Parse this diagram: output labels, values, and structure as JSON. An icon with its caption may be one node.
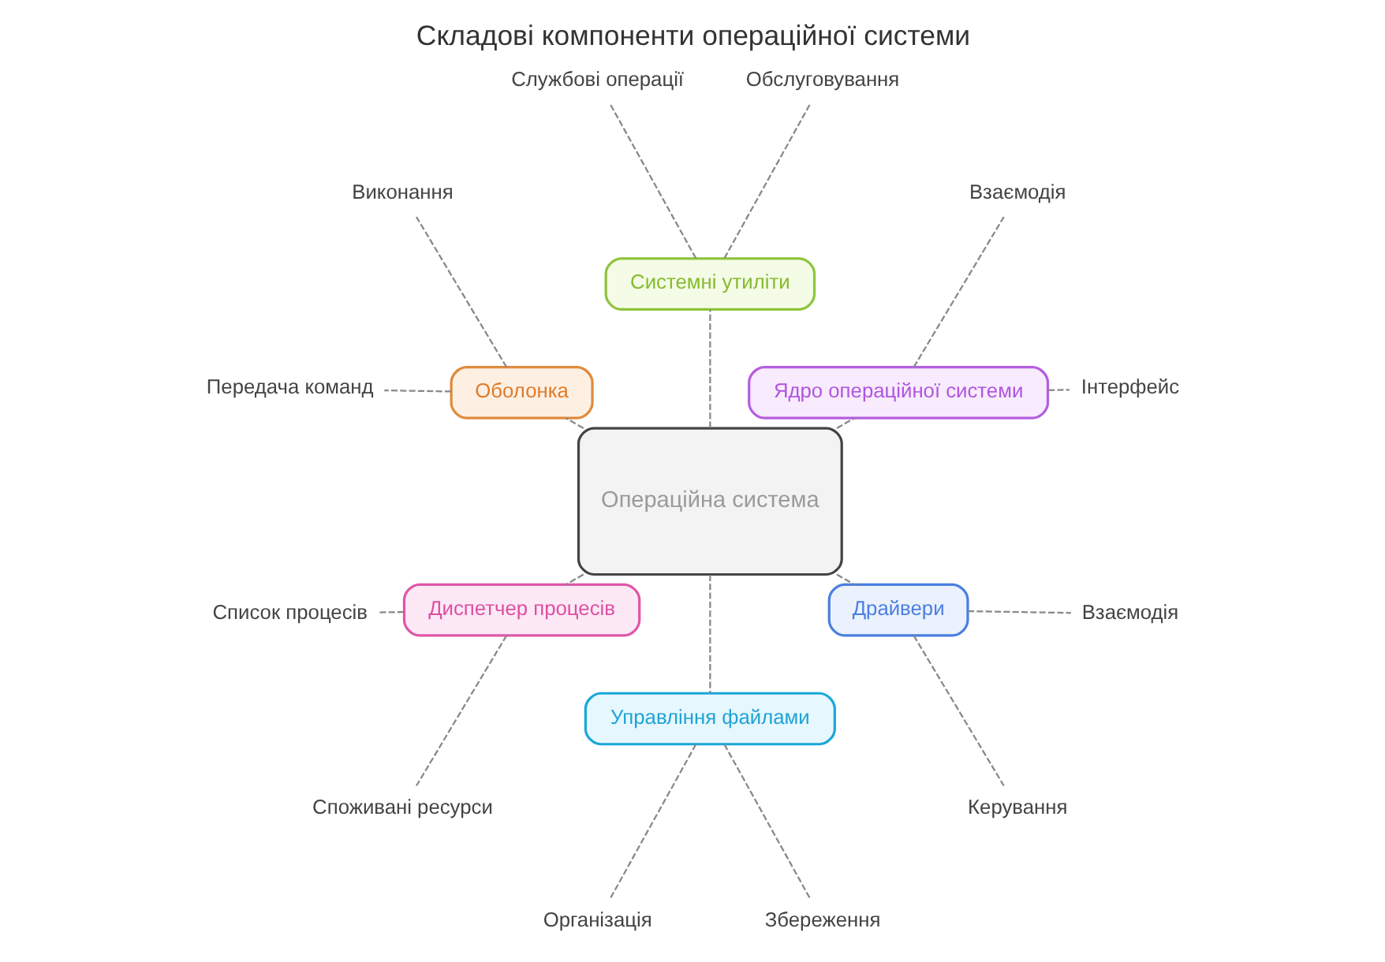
{
  "diagram": {
    "title": "Складові компоненти операційної системи",
    "nodes": [
      {
        "text": [
          "Операційна система"
        ]
      },
      {
        "text": [
          "Оболонка"
        ]
      },
      {
        "text": [
          "Передача команд"
        ]
      },
      {
        "text": [
          "Виконання"
        ]
      },
      {
        "text": [
          "Системні утиліти"
        ]
      },
      {
        "text": [
          "Службові операції"
        ]
      },
      {
        "text": [
          "Обслуговування"
        ]
      },
      {
        "text": [
          "Диспетчер процесів"
        ]
      },
      {
        "text": [
          "Список процесів"
        ]
      },
      {
        "text": [
          "Споживані ресурси"
        ]
      },
      {
        "text": [
          "Ядро операційної системи"
        ]
      },
      {
        "text": [
          "Інтерфейс"
        ]
      },
      {
        "text": [
          "Взаємодія"
        ]
      },
      {
        "text": [
          "Управління файлами"
        ]
      },
      {
        "text": [
          "Організація"
        ]
      },
      {
        "text": [
          "Збереження"
        ]
      },
      {
        "text": [
          "Драйвери"
        ]
      },
      {
        "text": [
          "Керування"
        ]
      },
      {
        "text": [
          "Взаємодія"
        ]
      }
    ],
    "edges": [
      {
        "from": 0,
        "to": 1,
        "arrow": "none",
        "style": "dashed"
      },
      {
        "from": 1,
        "to": 2,
        "arrow": "none",
        "style": "dashed"
      },
      {
        "from": 1,
        "to": 3,
        "arrow": "none",
        "style": "dashed"
      },
      {
        "from": 0,
        "to": 4,
        "arrow": "none",
        "style": "dashed"
      },
      {
        "from": 4,
        "to": 5,
        "arrow": "none",
        "style": "dashed"
      },
      {
        "from": 4,
        "to": 6,
        "arrow": "none",
        "style": "dashed"
      },
      {
        "from": 0,
        "to": 7,
        "arrow": "none",
        "style": "dashed"
      },
      {
        "from": 7,
        "to": 8,
        "arrow": "none",
        "style": "dashed"
      },
      {
        "from": 7,
        "to": 9,
        "arrow": "none",
        "style": "dashed"
      },
      {
        "from": 0,
        "to": 10,
        "arrow": "none",
        "style": "dashed"
      },
      {
        "from": 10,
        "to": 11,
        "arrow": "none",
        "style": "dashed"
      },
      {
        "from": 10,
        "to": 12,
        "arrow": "none",
        "style": "dashed"
      },
      {
        "from": 0,
        "to": 13,
        "arrow": "none",
        "style": "dashed"
      },
      {
        "from": 13,
        "to": 14,
        "arrow": "none",
        "style": "dashed"
      },
      {
        "from": 13,
        "to": 15,
        "arrow": "none",
        "style": "dashed"
      },
      {
        "from": 0,
        "to": 16,
        "arrow": "none",
        "style": "dashed"
      },
      {
        "from": 16,
        "to": 17,
        "arrow": "none",
        "style": "dashed"
      },
      {
        "from": 16,
        "to": 18,
        "arrow": "none",
        "style": "dashed"
      }
    ]
  }
}
